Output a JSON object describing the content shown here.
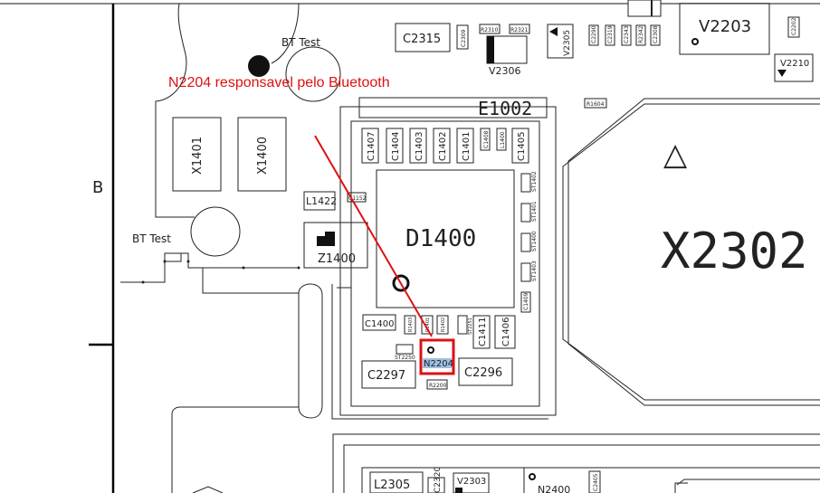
{
  "board": {
    "annotation": "N2204 responsavel pelo Bluetooth",
    "side_marker": "B",
    "bt_test_1": "BT Test",
    "bt_test_2": "BT Test",
    "triangle_glyph": "△",
    "accent_color": "#dd1111",
    "highlight_color": "#9fbfe3"
  },
  "labels": {
    "C2315": "C2315",
    "C2309": "C2309",
    "R2310": "R2310",
    "R2321": "R2321",
    "V2306": "V2306",
    "V2305": "V2305",
    "C2290": "C2290",
    "C2319": "C2319",
    "C2343": "C2343",
    "R2342": "R2342",
    "C2308": "C2308",
    "V2203": "V2203",
    "C2202": "C2202",
    "V2210": "V2210",
    "E1002": "E1002",
    "R1604": "R1604",
    "X1401": "X1401",
    "X1400": "X1400",
    "C1407": "C1407",
    "C1404": "C1404",
    "C1403": "C1403",
    "C1402": "C1402",
    "C1401": "C1401",
    "C1408": "C1408",
    "L1400": "L1400",
    "C1405": "C1405",
    "L1422": "L1422",
    "C1152": "C1152",
    "Z1400": "Z1400",
    "D1400": "D1400",
    "X2302": "X2302",
    "ST1402": "ST1402",
    "ST1401": "ST1401",
    "ST1400": "ST1400",
    "ST1403": "ST1403",
    "C1409": "C1409",
    "C1400": "C1400",
    "R1403": "R1403",
    "R1401": "R1401",
    "R1402": "R1402",
    "ST2251": "ST2251",
    "C1411": "C1411",
    "C1406": "C1406",
    "ST2250": "ST2250",
    "N2204": "N2204",
    "C2297": "C2297",
    "C2296": "C2296",
    "R2200": "R2200",
    "L2305": "L2305",
    "C2320": "C2320",
    "V2303": "V2303",
    "N2400": "N2400",
    "C2405": "C2405"
  }
}
